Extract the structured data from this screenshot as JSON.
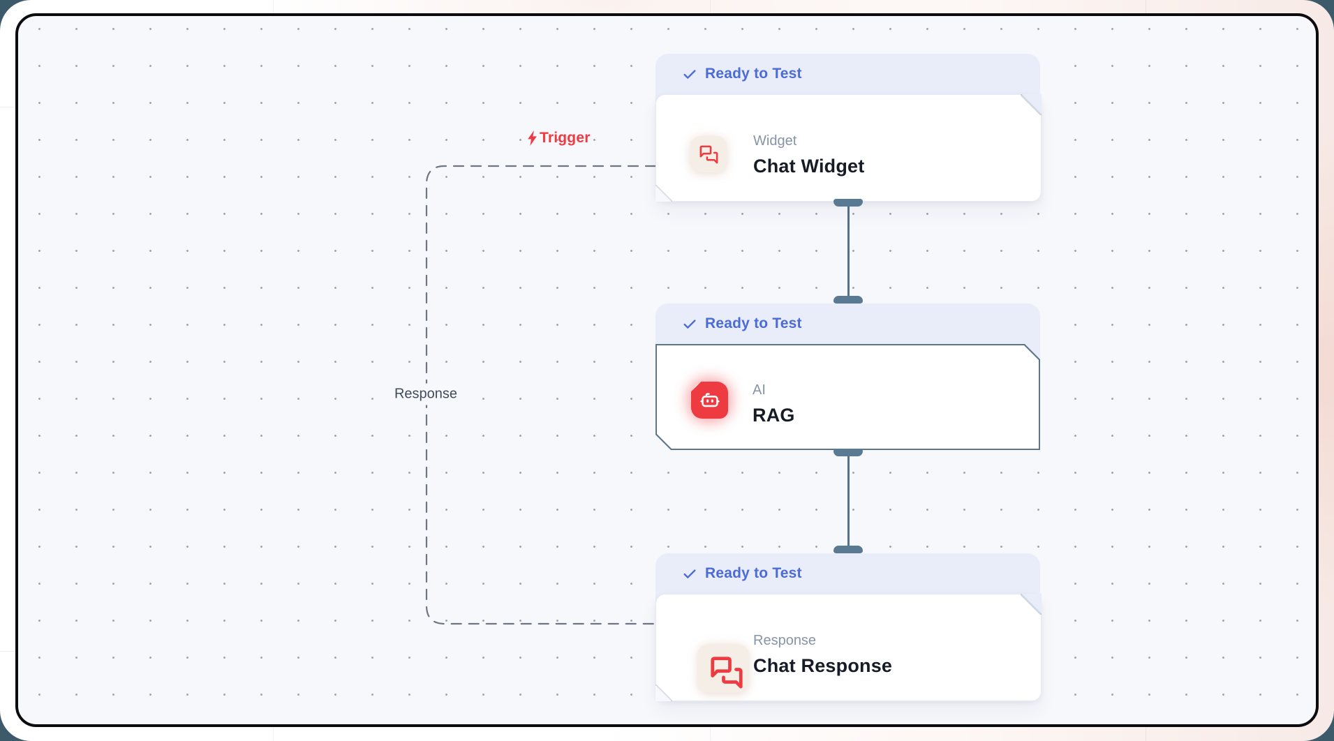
{
  "canvas": {
    "edges": {
      "trigger_label": "Trigger",
      "response_label": "Response"
    },
    "nodes": [
      {
        "status": "Ready to Test",
        "category": "Widget",
        "title": "Chat Widget",
        "icon": "chat-bubbles-icon"
      },
      {
        "status": "Ready to Test",
        "category": "AI",
        "title": "RAG",
        "icon": "robot-icon"
      },
      {
        "status": "Ready to Test",
        "category": "Response",
        "title": "Chat Response",
        "icon": "chat-bubbles-icon"
      }
    ],
    "colors": {
      "accent_red": "#ee3a41",
      "badge_bg": "#e9edfa",
      "badge_text": "#4b6bd6",
      "selected_border": "#5c7589",
      "connector": "#5a7a94",
      "canvas_bg": "#f7f8fc"
    }
  }
}
